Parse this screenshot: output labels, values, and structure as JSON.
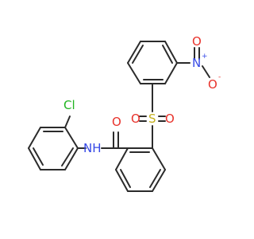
{
  "molecule": {
    "atoms": {
      "cl": "Cl",
      "o_amide": "O",
      "nh": "NH",
      "s": "S",
      "o_s_left": "O",
      "o_s_right": "O",
      "n_nitro": "N",
      "n_charge": "+",
      "o_nitro": "O",
      "o_charge": "-"
    },
    "colors": {
      "bond": "#2b2b2b",
      "chlorine": "#1fb41f",
      "oxygen": "#e8312a",
      "nitrogen": "#3548e6",
      "sulfur": "#c4b11e"
    }
  }
}
